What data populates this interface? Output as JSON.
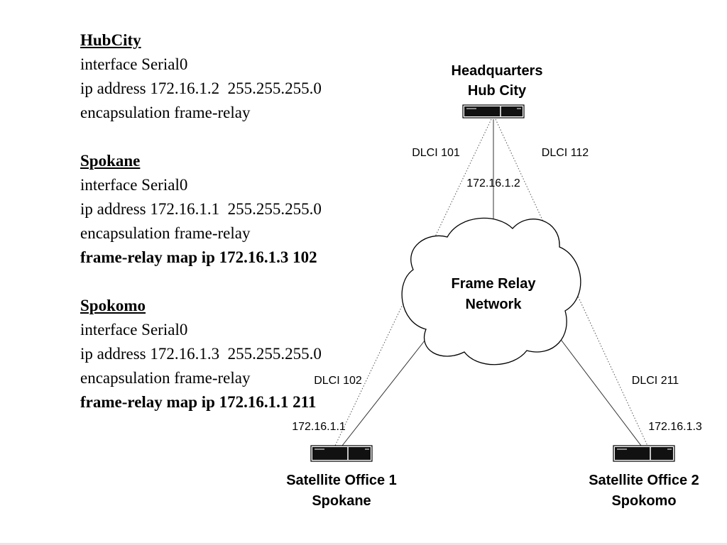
{
  "config_blocks": [
    {
      "header": "HubCity",
      "lines": [
        {
          "text": "interface Serial0",
          "bold": false
        },
        {
          "text": "ip address 172.16.1.2  255.255.255.0",
          "bold": false
        },
        {
          "text": "encapsulation frame-relay",
          "bold": false
        }
      ]
    },
    {
      "header": "Spokane",
      "lines": [
        {
          "text": "interface Serial0",
          "bold": false
        },
        {
          "text": "ip address 172.16.1.1  255.255.255.0",
          "bold": false
        },
        {
          "text": "encapsulation frame-relay",
          "bold": false
        },
        {
          "text": "frame-relay map ip 172.16.1.3 102",
          "bold": true
        }
      ]
    },
    {
      "header": "Spokomo",
      "lines": [
        {
          "text": "interface Serial0",
          "bold": false
        },
        {
          "text": "ip address 172.16.1.3  255.255.255.0",
          "bold": false
        },
        {
          "text": "encapsulation frame-relay",
          "bold": false
        },
        {
          "text": "frame-relay map ip 172.16.1.1 211",
          "bold": true
        }
      ]
    }
  ],
  "diagram": {
    "hq": {
      "title": "Headquarters",
      "subtitle": "Hub City"
    },
    "cloud": {
      "line1": "Frame Relay",
      "line2": "Network"
    },
    "sat1": {
      "title": "Satellite Office 1",
      "subtitle": "Spokane"
    },
    "sat2": {
      "title": "Satellite Office 2",
      "subtitle": "Spokomo"
    },
    "dlci_hq_left": "DLCI 101",
    "dlci_hq_right": "DLCI 112",
    "dlci_sat1": "DLCI 102",
    "dlci_sat2": "DLCI 211",
    "ip_hq": "172.16.1.2",
    "ip_sat1": "172.16.1.1",
    "ip_sat2": "172.16.1.3"
  }
}
